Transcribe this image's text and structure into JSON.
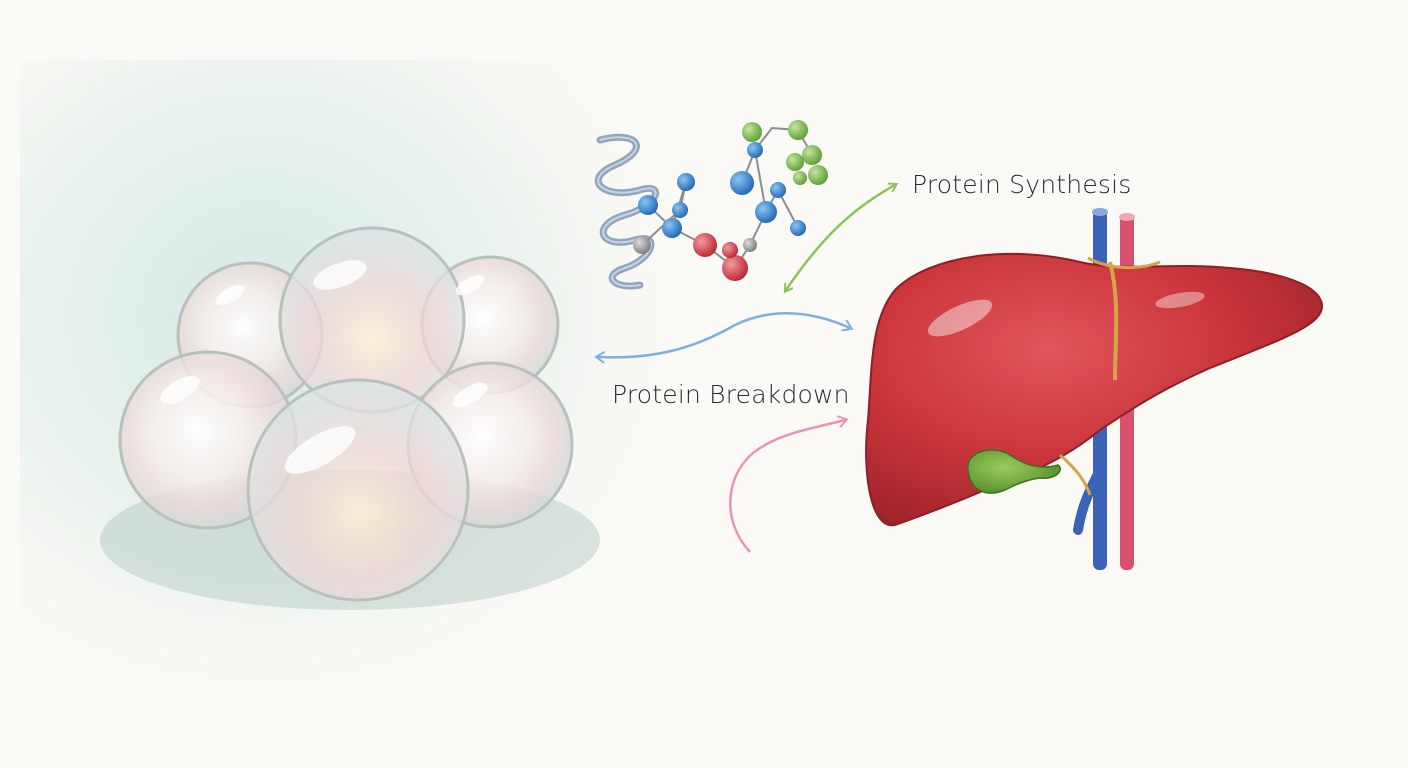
{
  "labels": {
    "synthesis": "Protein Synthesis",
    "breakdown": "Protein Breakdown"
  },
  "colors": {
    "text": "#2a2a2a",
    "arrow_synthesis": "#8cc35a",
    "arrow_breakdown": "#7fb0dd",
    "arrow_inflow": "#e895b4",
    "liver": "#c9343a",
    "gallbladder": "#6fa63a",
    "vein": "#3b63b8",
    "artery": "#d9506d",
    "amino_blue": "#2f7ed0",
    "amino_green": "#72b84a",
    "amino_red": "#d43a45",
    "amino_gray": "#9a9a9a",
    "fat_wash": "#cfe6e4"
  },
  "icons": {
    "fat_cells": "adipose-cells-illustration",
    "liver": "liver-illustration",
    "amino_acids": "amino-acid-molecules-illustration",
    "protein_helix": "protein-helix-illustration"
  }
}
